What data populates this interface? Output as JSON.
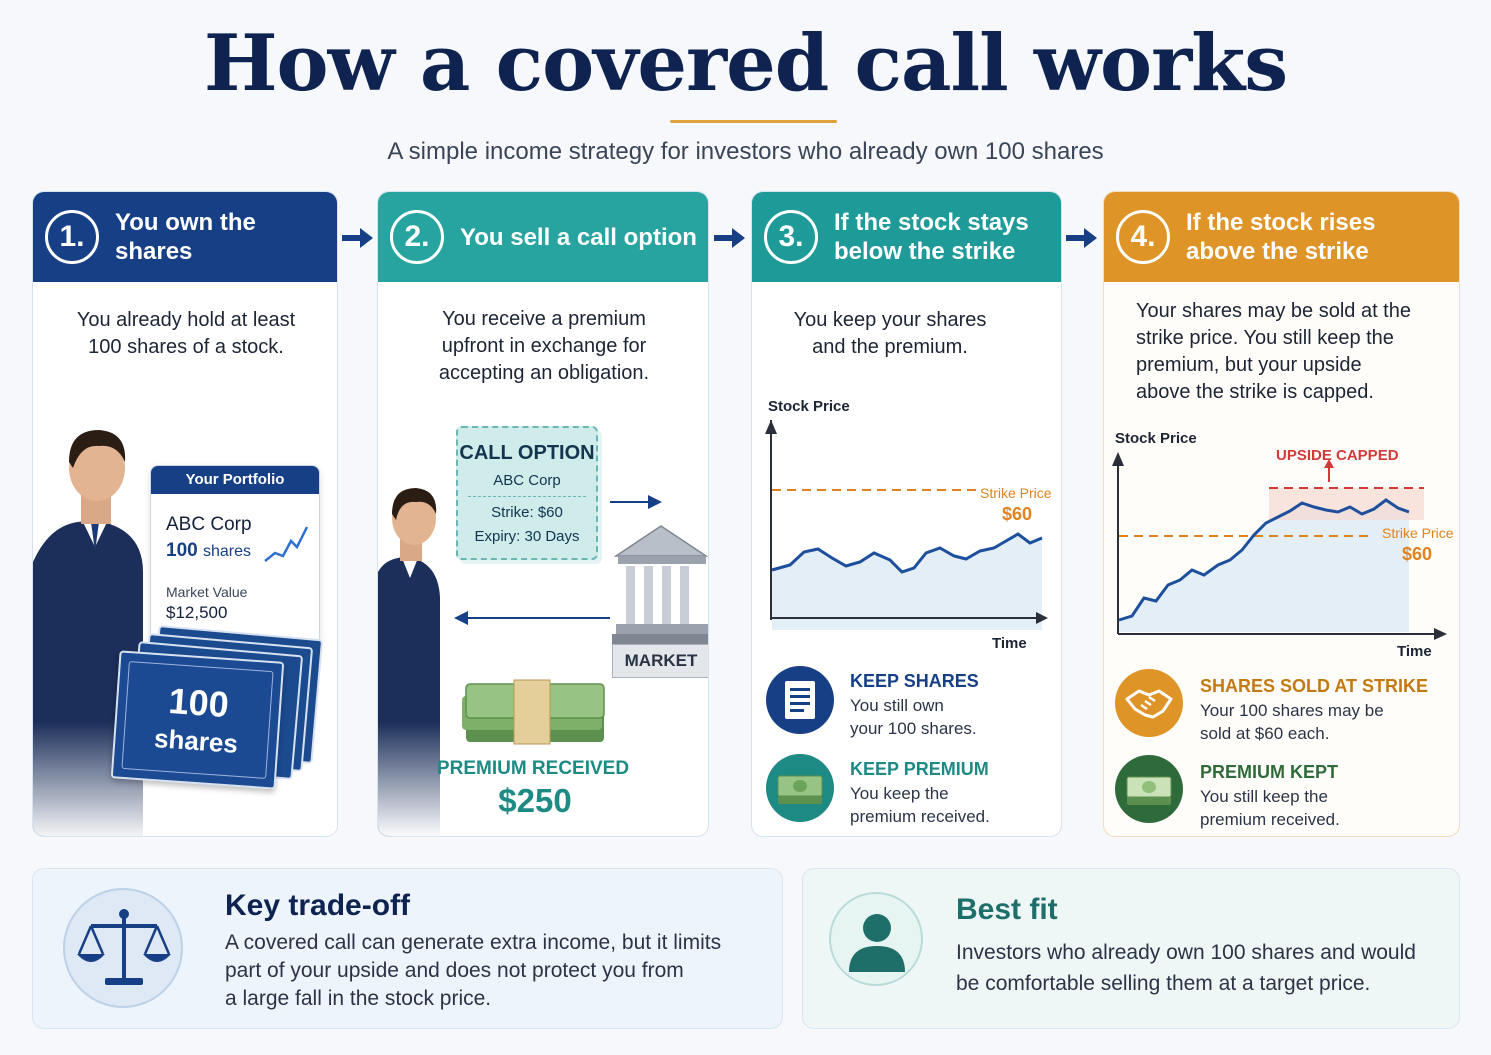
{
  "header": {
    "title": "How a covered call works",
    "subtitle": "A simple income strategy for investors who already own 100 shares"
  },
  "steps": [
    {
      "number": "1.",
      "title": "You own the shares",
      "description_lines": [
        "You already hold at least",
        "100 shares of a stock."
      ],
      "portfolio": {
        "heading": "Your Portfolio",
        "company": "ABC Corp",
        "shares_count": "100",
        "shares_word": "shares",
        "value_label": "Market Value",
        "value": "$12,500"
      },
      "certificate": {
        "count": "100",
        "word": "shares"
      }
    },
    {
      "number": "2.",
      "title": "You sell a call option",
      "description_lines": [
        "You receive a premium",
        "upfront in exchange for",
        "accepting an obligation."
      ],
      "ticket": {
        "title": "CALL OPTION",
        "company": "ABC Corp",
        "strike": "Strike: $60",
        "expiry": "Expiry: 30 Days"
      },
      "market_label": "MARKET",
      "premium_label": "PREMIUM RECEIVED",
      "premium_value": "$250"
    },
    {
      "number": "3.",
      "title_lines": [
        "If the stock stays",
        "below the strike"
      ],
      "description_lines": [
        "You keep your shares",
        "and the premium."
      ],
      "chart": {
        "ylabel": "Stock Price",
        "xlabel": "Time",
        "strike_label": "Strike Price",
        "strike_value": "$60"
      },
      "features": [
        {
          "title": "KEEP SHARES",
          "lines": [
            "You still own",
            "your 100 shares."
          ],
          "icon": "document-icon"
        },
        {
          "title": "KEEP PREMIUM",
          "lines": [
            "You keep the",
            "premium received."
          ],
          "icon": "cash-icon"
        }
      ]
    },
    {
      "number": "4.",
      "title_lines": [
        "If the stock rises",
        "above the strike"
      ],
      "description_lines": [
        "Your shares may be sold at the",
        "strike price. You still keep the",
        "premium, but your upside",
        "above the strike is capped."
      ],
      "chart": {
        "ylabel": "Stock Price",
        "xlabel": "Time",
        "cap_label": "UPSIDE CAPPED",
        "strike_label": "Strike Price",
        "strike_value": "$60"
      },
      "features": [
        {
          "title": "SHARES SOLD AT STRIKE",
          "lines": [
            "Your 100 shares may be",
            "sold at $60 each."
          ],
          "icon": "handshake-icon"
        },
        {
          "title": "PREMIUM KEPT",
          "lines": [
            "You still keep the",
            "premium received."
          ],
          "icon": "cash-icon"
        }
      ]
    }
  ],
  "bottom": {
    "tradeoff": {
      "title": "Key trade-off",
      "lines": [
        "A covered call can generate extra income, but it limits",
        "part of your upside and does not protect you from",
        "a large fall in the stock price."
      ]
    },
    "best_fit": {
      "title": "Best fit",
      "lines": [
        "Investors who already own 100 shares and would",
        "be comfortable selling them at a target price."
      ]
    }
  },
  "colors": {
    "navy": "#173f86",
    "teal": "#28a4a0",
    "orange": "#df9427",
    "strike_orange": "#e0821f",
    "cap_red": "#d23a3a",
    "green": "#2f6b3a"
  }
}
